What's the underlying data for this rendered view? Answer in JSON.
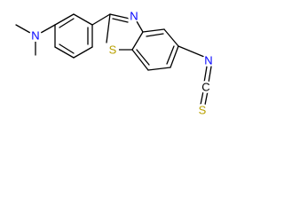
{
  "figure": {
    "background": "#ffffff",
    "bond_color": "#000000"
  },
  "atoms": {
    "amine_n": {
      "symbol": "N",
      "color": "#0000ff"
    },
    "thiazole_n": {
      "symbol": "N",
      "color": "#0000ff"
    },
    "thiazole_s": {
      "symbol": "S",
      "color": "#b8a000"
    },
    "isothiocyanate_n": {
      "symbol": "N",
      "color": "#0000ff"
    },
    "isothiocyanate_c": {
      "symbol": "C",
      "color": "#000000"
    },
    "isothiocyanate_s": {
      "symbol": "S",
      "color": "#b8a000"
    }
  }
}
